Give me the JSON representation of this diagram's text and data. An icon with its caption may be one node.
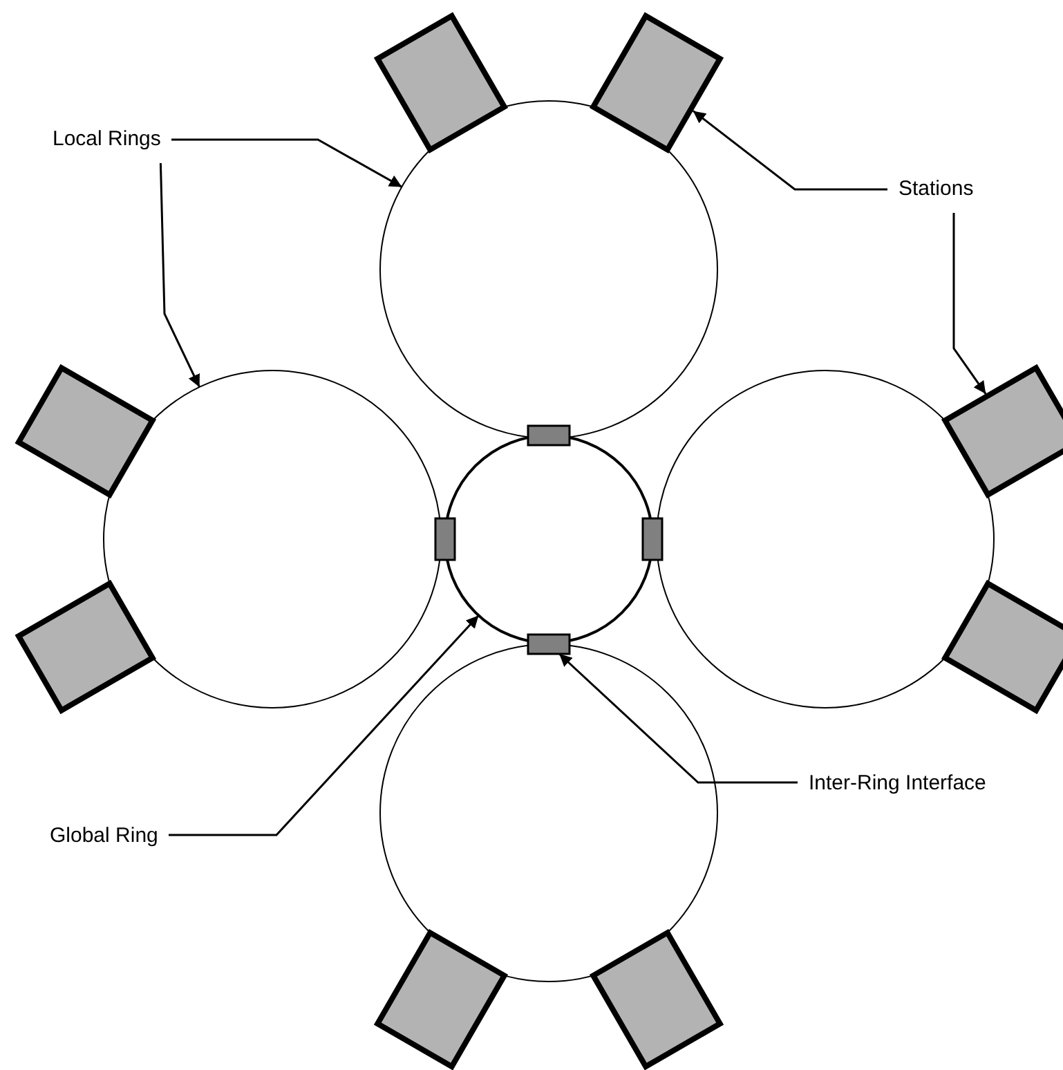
{
  "diagram": {
    "nodes": [
      {
        "text": [
          "Local Rings"
        ]
      },
      {
        "text": [
          "Stations"
        ]
      },
      {
        "text": [
          "Global Ring"
        ]
      },
      {
        "text": [
          "Inter-Ring Interface"
        ]
      },
      {
        "text": [],
        "shape": "circle"
      },
      {
        "text": [],
        "shape": "circle"
      },
      {
        "text": [],
        "shape": "circle"
      },
      {
        "text": [],
        "shape": "circle"
      },
      {
        "text": [],
        "shape": "circle"
      },
      {
        "text": [],
        "shape": "box"
      },
      {
        "text": [],
        "shape": "box"
      },
      {
        "text": [],
        "shape": "box"
      },
      {
        "text": [],
        "shape": "box"
      },
      {
        "text": [],
        "shape": "box"
      },
      {
        "text": [],
        "shape": "box"
      },
      {
        "text": [],
        "shape": "box"
      },
      {
        "text": [],
        "shape": "box"
      },
      {
        "text": [],
        "shape": "box"
      },
      {
        "text": [],
        "shape": "box"
      },
      {
        "text": [],
        "shape": "box"
      },
      {
        "text": [],
        "shape": "box"
      }
    ],
    "edges": [
      {
        "from": 0,
        "to": 4,
        "arrow": "to"
      },
      {
        "from": 0,
        "to": 5,
        "arrow": "to"
      },
      {
        "from": 1,
        "to": 14,
        "arrow": "to"
      },
      {
        "from": 1,
        "to": 16,
        "arrow": "to"
      },
      {
        "from": 2,
        "to": 8,
        "arrow": "to"
      },
      {
        "from": 3,
        "to": 12,
        "arrow": "to"
      }
    ]
  }
}
